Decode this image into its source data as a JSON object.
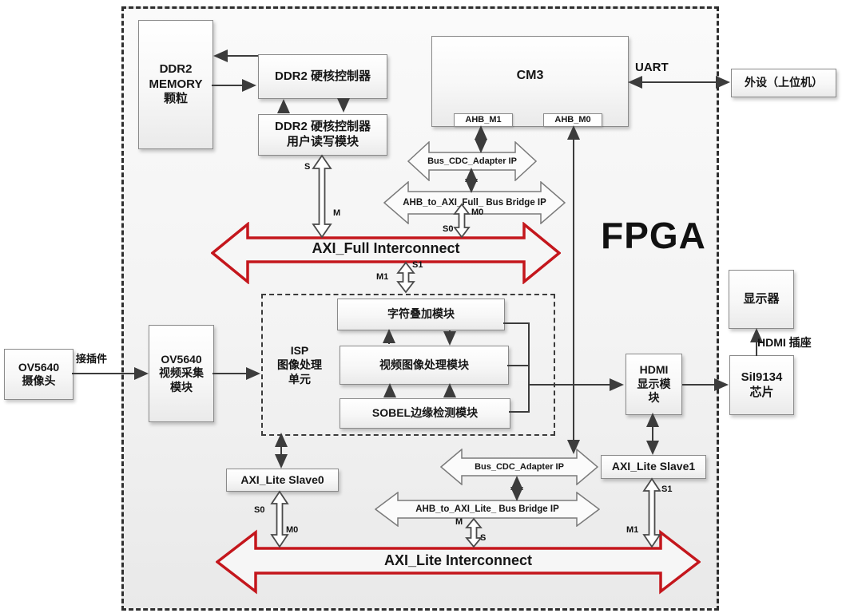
{
  "diagram_title": "FPGA",
  "blocks": {
    "ddr2_memory": [
      "DDR2",
      "MEMORY",
      "颗粒"
    ],
    "ddr2_ctrl": "DDR2 硬核控制器",
    "ddr2_user": [
      "DDR2 硬核控制器",
      "用户读写模块"
    ],
    "cm3": "CM3",
    "cm3_ports": [
      "AHB_M1",
      "AHB_M0"
    ],
    "peripheral": "外设（上位机）",
    "uart": "UART",
    "cdc_adapter_top": "Bus_CDC_Adapter IP",
    "bridge_full": "AHB_to_AXI_Full_ Bus Bridge IP",
    "axi_full": "AXI_Full Interconnect",
    "isp_unit": [
      "ISP",
      "图像处理",
      "单元"
    ],
    "overlay": "字符叠加模块",
    "video_proc": "视频图像处理模块",
    "sobel": "SOBEL边缘检测模块",
    "camera": [
      "OV5640",
      "摄像头"
    ],
    "connector": "接插件",
    "capture": [
      "OV5640",
      "视频采集",
      "模块"
    ],
    "hdmi_display": [
      "HDMI",
      "显示模",
      "块"
    ],
    "sil9134": [
      "SiI9134",
      "芯片"
    ],
    "monitor": "显示器",
    "hdmi_socket": "HDMI 插座",
    "slave0": "AXI_Lite Slave0",
    "slave1": "AXI_Lite Slave1",
    "cdc_adapter_bottom": "Bus_CDC_Adapter IP",
    "bridge_lite": "AHB_to_AXI_Lite_ Bus Bridge IP",
    "axi_lite": "AXI_Lite Interconnect"
  },
  "ports": {
    "full_s": "S",
    "full_m": "M",
    "full_m0": "M0",
    "full_s0": "S0",
    "full_s1": "S1",
    "full_m1": "M1",
    "lite_s0": "S0",
    "lite_m0": "M0",
    "lite_m": "M",
    "lite_s": "S",
    "lite_s1": "S1",
    "lite_m1": "M1"
  },
  "colors": {
    "accent_red": "#c4161c",
    "line": "#3c3c3c"
  }
}
